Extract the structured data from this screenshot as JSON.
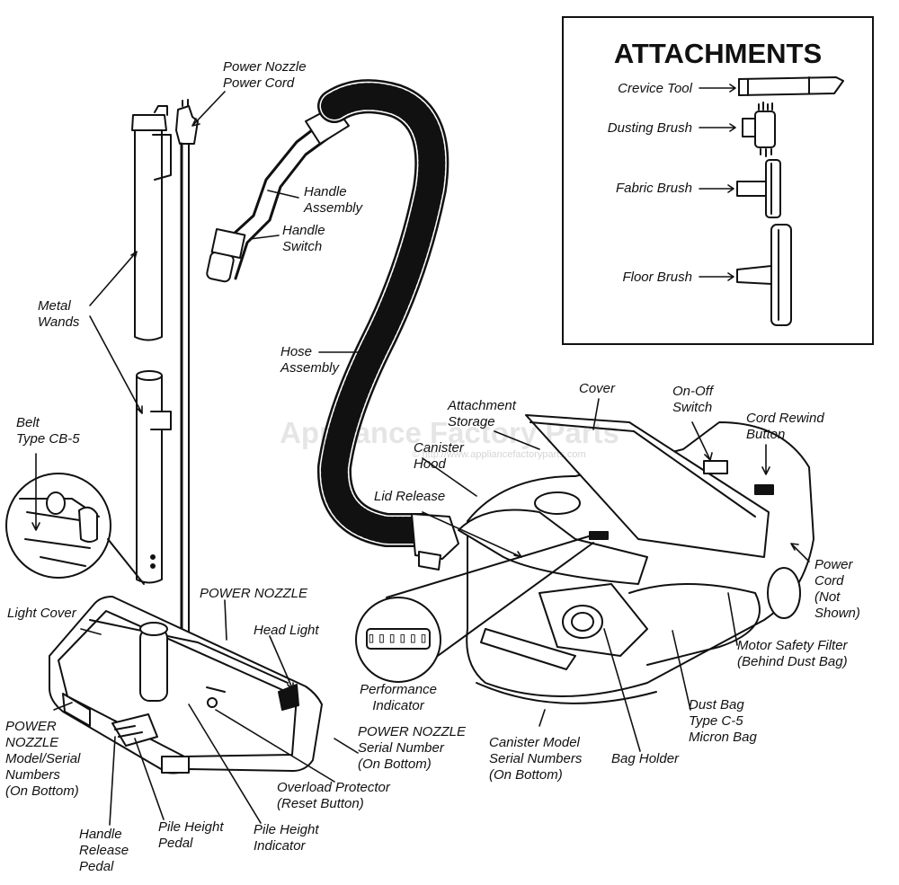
{
  "watermark": {
    "brand": "Appliance Factory Parts",
    "url": "© http://www.appliancefactoryparts.com"
  },
  "attachments": {
    "title": "ATTACHMENTS",
    "crevice_tool": "Crevice Tool",
    "dusting_brush": "Dusting Brush",
    "fabric_brush": "Fabric Brush",
    "floor_brush": "Floor Brush"
  },
  "labels": {
    "power_nozzle_power_cord": "Power Nozzle\nPower Cord",
    "handle_assembly": "Handle\nAssembly",
    "handle_switch": "Handle\nSwitch",
    "metal_wands": "Metal\nWands",
    "hose_assembly": "Hose\nAssembly",
    "belt": "Belt\nType CB-5",
    "attachment_storage": "Attachment\nStorage",
    "cover": "Cover",
    "on_off_switch": "On-Off\nSwitch",
    "cord_rewind_button": "Cord Rewind\nButton",
    "canister_hood": "Canister\nHood",
    "lid_release": "Lid Release",
    "power_cord_not_shown": "Power\nCord\n(Not\nShown)",
    "power_nozzle_heading": "POWER NOZZLE",
    "light_cover": "Light Cover",
    "head_light": "Head Light",
    "performance_indicator": "Performance\nIndicator",
    "motor_safety_filter": "Motor Safety Filter\n(Behind Dust Bag)",
    "power_nozzle_model_serial": "POWER\nNOZZLE\nModel/Serial\nNumbers\n(On Bottom)",
    "power_nozzle_serial_number": "POWER NOZZLE\nSerial Number\n(On Bottom)",
    "canister_model_serial": "Canister Model\nSerial Numbers\n(On Bottom)",
    "dust_bag": "Dust Bag\nType C-5\nMicron Bag",
    "bag_holder": "Bag Holder",
    "overload_protector": "Overload Protector\n(Reset Button)",
    "handle_release_pedal": "Handle\nRelease\nPedal",
    "pile_height_pedal": "Pile Height\nPedal",
    "pile_height_indicator": "Pile Height\nIndicator"
  },
  "colors": {
    "ink": "#111111",
    "paper": "#ffffff"
  },
  "icons": [
    "crevice-tool-icon",
    "dusting-brush-icon",
    "fabric-brush-icon",
    "floor-brush-icon",
    "vacuum-canister-icon",
    "power-nozzle-icon",
    "hose-icon",
    "wand-icon"
  ]
}
